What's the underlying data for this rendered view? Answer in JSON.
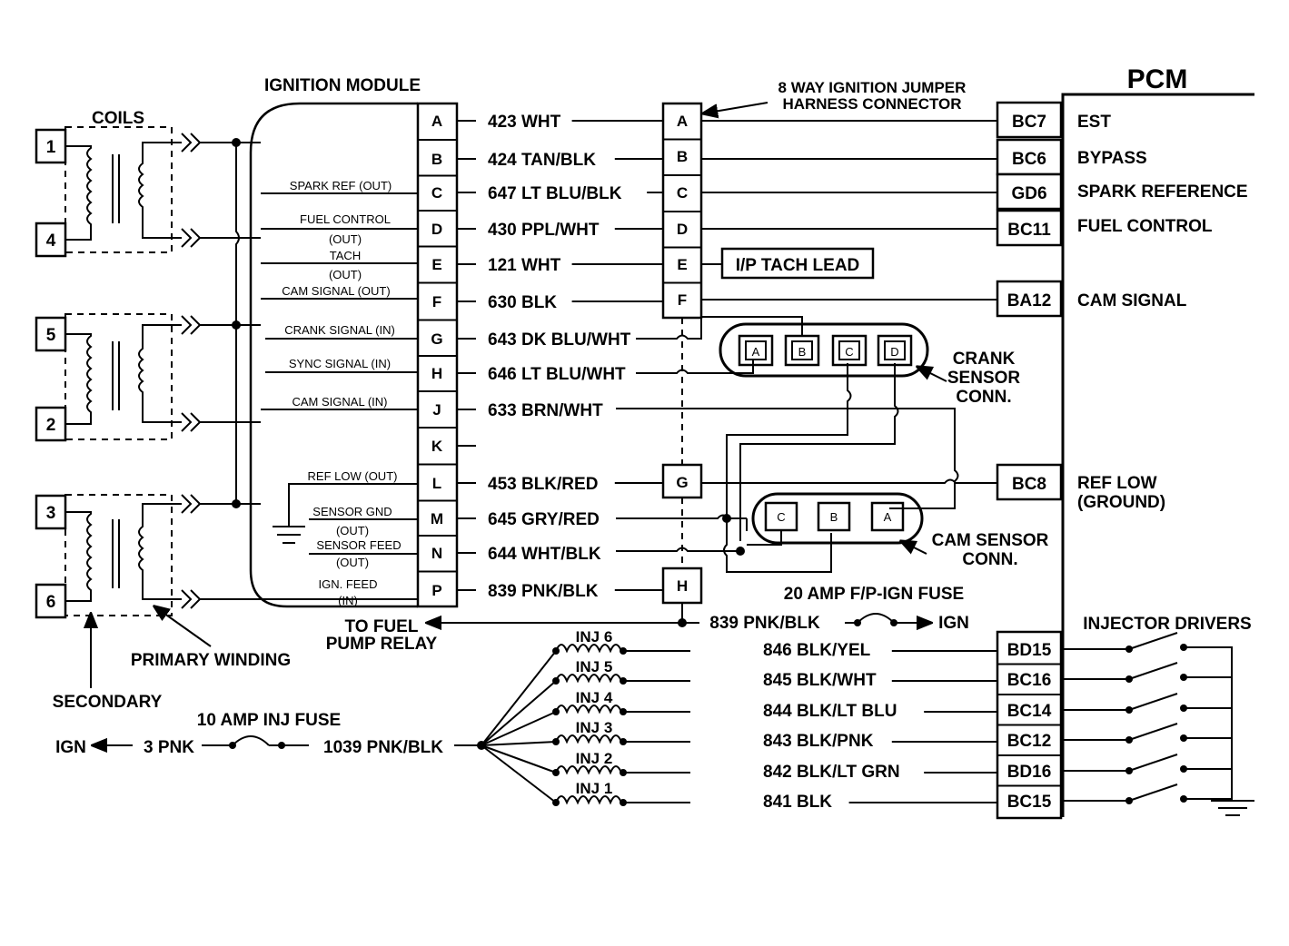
{
  "coils": {
    "title": "COILS",
    "numbers": [
      "1",
      "4",
      "5",
      "2",
      "3",
      "6"
    ]
  },
  "module": {
    "title": "IGNITION MODULE",
    "pins": [
      "A",
      "B",
      "C",
      "D",
      "E",
      "F",
      "G",
      "H",
      "J",
      "K",
      "L",
      "M",
      "N",
      "P"
    ],
    "labels": [
      {
        "text": "SPARK REF (OUT)"
      },
      {
        "text": "FUEL CONTROL"
      },
      {
        "text": "(OUT)"
      },
      {
        "text": "TACH"
      },
      {
        "text": "(OUT)"
      },
      {
        "text": "CAM SIGNAL (OUT)"
      },
      {
        "text": "CRANK SIGNAL (IN)"
      },
      {
        "text": "SYNC SIGNAL (IN)"
      },
      {
        "text": "CAM SIGNAL (IN)"
      },
      {
        "text": "REF LOW (OUT)"
      },
      {
        "text": "SENSOR GND"
      },
      {
        "text": "(OUT)"
      },
      {
        "text": "SENSOR FEED"
      },
      {
        "text": "(OUT)"
      },
      {
        "text": "IGN. FEED"
      },
      {
        "text": "(IN)"
      }
    ]
  },
  "wires": [
    "423 WHT",
    "424 TAN/BLK",
    "647 LT BLU/BLK",
    "430 PPL/WHT",
    "121 WHT",
    "630 BLK",
    "643 DK BLU/WHT",
    "646 LT BLU/WHT",
    "633 BRN/WHT",
    "453 BLK/RED",
    "645 GRY/RED",
    "644 WHT/BLK",
    "839 PNK/BLK"
  ],
  "jumper": {
    "title_line1": "8 WAY IGNITION JUMPER",
    "title_line2": "HARNESS CONNECTOR",
    "pins": [
      "A",
      "B",
      "C",
      "D",
      "E",
      "F",
      "G",
      "H"
    ]
  },
  "tach_lead": "I/P TACH LEAD",
  "crank": {
    "pins": [
      "A",
      "B",
      "C",
      "D"
    ],
    "label_line1": "CRANK",
    "label_line2": "SENSOR",
    "label_line3": "CONN."
  },
  "cam": {
    "pins": [
      "C",
      "B",
      "A"
    ],
    "label_line1": "CAM SENSOR",
    "label_line2": "CONN."
  },
  "pcm": {
    "title": "PCM",
    "terminals": [
      "BC7",
      "BC6",
      "GD6",
      "BC11",
      "BA12",
      "BC8"
    ],
    "functions": [
      "EST",
      "BYPASS",
      "SPARK REFERENCE",
      "FUEL CONTROL",
      "CAM SIGNAL",
      "REF LOW",
      "(GROUND)"
    ],
    "injector_terminals": [
      "BD15",
      "BC16",
      "BC14",
      "BC12",
      "BD16",
      "BC15"
    ],
    "injector_drivers_label": "INJECTOR DRIVERS"
  },
  "fuse_fp": {
    "label": "20 AMP F/P-IGN FUSE",
    "wire": "839 PNK/BLK",
    "ign": "IGN"
  },
  "fuel_pump": {
    "line1": "TO FUEL",
    "line2": "PUMP RELAY"
  },
  "injectors": {
    "names": [
      "INJ 6",
      "INJ 5",
      "INJ 4",
      "INJ 3",
      "INJ 2",
      "INJ 1"
    ],
    "wires": [
      "846 BLK/YEL",
      "845 BLK/WHT",
      "844 BLK/LT BLU",
      "843 BLK/PNK",
      "842 BLK/LT GRN",
      "841 BLK"
    ]
  },
  "inj_fuse": {
    "label": "10 AMP INJ FUSE",
    "ign": "IGN",
    "wire1": "3 PNK",
    "wire2": "1039 PNK/BLK"
  },
  "winding_labels": {
    "primary": "PRIMARY WINDING",
    "secondary": "SECONDARY"
  }
}
